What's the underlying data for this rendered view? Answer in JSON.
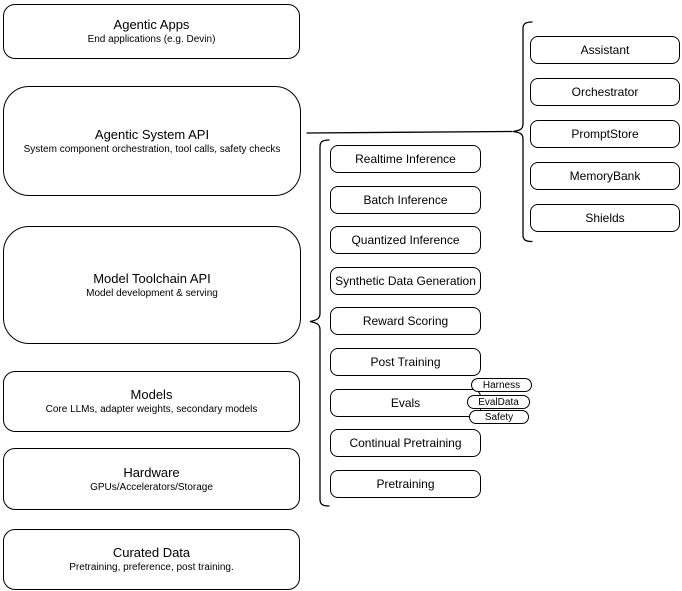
{
  "left_stack": [
    {
      "title": "Agentic Apps",
      "subtitle": "End applications (e.g. Devin)"
    },
    {
      "title": "Agentic System API",
      "subtitle": "System component orchestration, tool calls, safety checks"
    },
    {
      "title": "Model Toolchain API",
      "subtitle": "Model development & serving"
    },
    {
      "title": "Models",
      "subtitle": "Core LLMs, adapter weights, secondary models"
    },
    {
      "title": "Hardware",
      "subtitle": "GPUs/Accelerators/Storage"
    },
    {
      "title": "Curated Data",
      "subtitle": "Pretraining, preference, post training."
    }
  ],
  "toolchain": {
    "items": [
      "Realtime Inference",
      "Batch Inference",
      "Quantized Inference",
      "Synthetic Data Generation",
      "Reward Scoring",
      "Post Training",
      "Evals",
      "Continual Pretraining",
      "Pretraining"
    ]
  },
  "evals_tags": [
    "Harness",
    "EvalData",
    "Safety"
  ],
  "components": [
    "Assistant",
    "Orchestrator",
    "PromptStore",
    "MemoryBank",
    "Shields"
  ],
  "colors": {
    "stroke": "#000000",
    "fill": "#ffffff",
    "canvas": "#ffffff"
  }
}
